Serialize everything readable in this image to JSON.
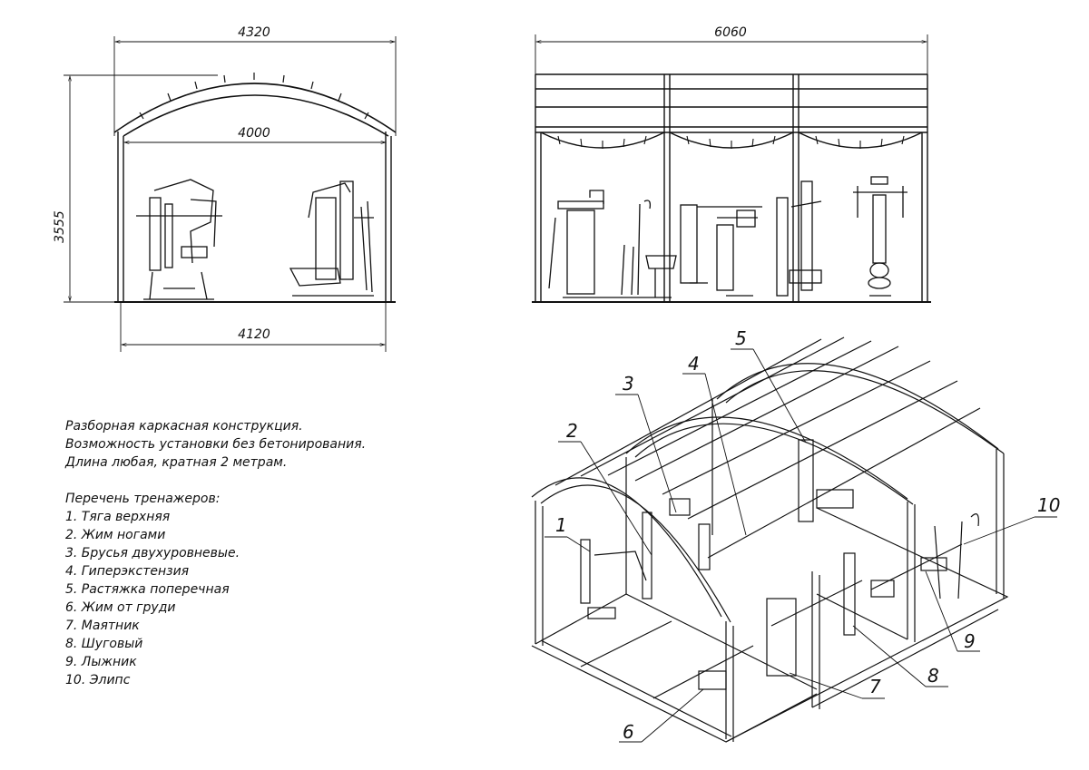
{
  "dimensions": {
    "front_total_width": "4320",
    "front_inner_width": "4000",
    "front_height": "3555",
    "front_base_width": "4120",
    "side_length": "6060"
  },
  "notes": {
    "lines": [
      "Разборная каркасная конструкция.",
      "Возможность установки без бетонирования.",
      "Длина любая, кратная 2 метрам."
    ],
    "list_title": "Перечень тренажеров:",
    "items": [
      "1. Тяга верхняя",
      "2. Жим ногами",
      "3. Брусья двухуровневые.",
      "4. Гиперэкстензия",
      "5. Растяжка поперечная",
      "6. Жим от груди",
      "7. Маятник",
      "8. Шуговый",
      "9. Лыжник",
      "10. Элипс"
    ]
  },
  "callouts": [
    "1",
    "2",
    "3",
    "4",
    "5",
    "6",
    "7",
    "8",
    "9",
    "10"
  ]
}
